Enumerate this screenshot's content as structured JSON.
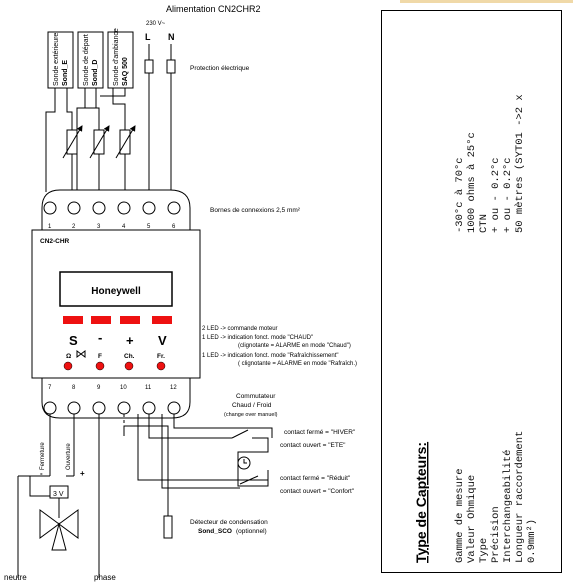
{
  "title": "Alimentation  CN2CHR2",
  "supply": {
    "voltage": "230 V~",
    "L": "L",
    "N": "N",
    "protection": "Protection électrique"
  },
  "sensors": [
    {
      "line1": "Sonde extérieure",
      "line2": "Sond_E"
    },
    {
      "line1": "Sonde de départ",
      "line2": "Sond_D"
    },
    {
      "line1": "Sonde d'ambiance",
      "line2": "SAQ 500"
    }
  ],
  "bornes_label": "Bornes de connexions 2,5 mm²",
  "top_terminals": [
    "1",
    "2",
    "3",
    "4",
    "5",
    "6"
  ],
  "bottom_terminals": [
    "7",
    "8",
    "9",
    "10",
    "11",
    "12"
  ],
  "device": {
    "model": "CN2-CHR",
    "brand": "Honeywell",
    "buttons": [
      "S",
      "-",
      "+",
      "V"
    ],
    "led_labels": [
      "Ω",
      "F",
      "Ch.",
      "Fr."
    ]
  },
  "led_notes": [
    "2 LED  -> commande moteur",
    "1 LED  -> indication fonct. mode \"CHAUD\"",
    "(clignotante = ALARME en mode \"Chaud\")",
    "1 LED   ->  indication fonct. mode \"Rafraîchissement\"",
    "( clignotante = ALARME en mode \"Rafraîch.)"
  ],
  "commutateur": {
    "line1": "Commutateur",
    "line2": "Chaud / Froid",
    "line3": "(change over manuel)"
  },
  "contacts": {
    "hiver": "contact fermé = \"HIVER\"",
    "ete": "contact ouvert = \"ETE\"",
    "reduit": "contact fermé = \"Réduit\"",
    "confort": "contact ouvert = \"Confort\""
  },
  "detector": {
    "line1": "Détecteur de condensation",
    "line2": "Sond_SCO",
    "line3": "(optionnel)"
  },
  "valve": {
    "label": "3 V",
    "fermeture": "Fermeture",
    "ouverture": "Ouverture",
    "minus": "-",
    "plus": "+"
  },
  "bottom_labels": {
    "neutre": "neutre",
    "phase": "phase"
  },
  "capteurs": {
    "title": "Type de Capteurs:",
    "labels": [
      "Gamme de mesure",
      "Valeur Ohmique",
      "Type",
      "Précision",
      "Interchangeabilité",
      "Longueur raccordement",
      "0.9mm²)"
    ],
    "values": [
      "-30°c à 70°c",
      "1000 ohms à 25°c",
      "CTN",
      "+ ou - 0.2°c",
      "+ ou - 0.2°c",
      "50 mètres (SYT01 ->2 x"
    ]
  }
}
